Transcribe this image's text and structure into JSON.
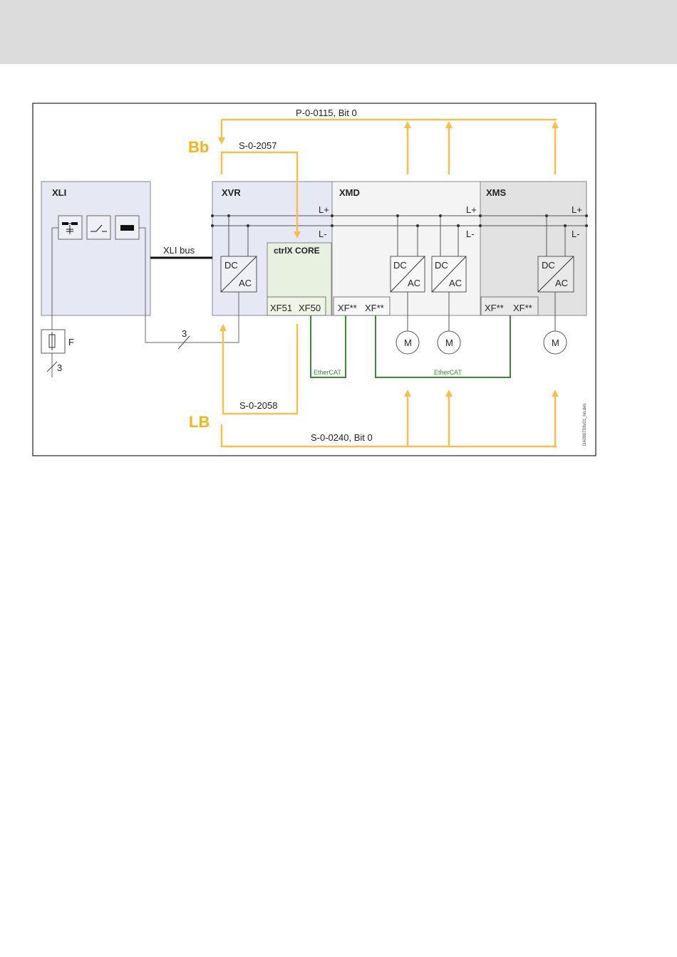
{
  "page": {
    "header_color": "#dcdcdc"
  },
  "colors": {
    "signal_arrow": "#f8c04a",
    "ethercat_line": "#3a8a3a",
    "xli_fill": "#e6e9f3",
    "xvr_fill": "#e6e9f3",
    "ctrlx_fill": "#e8f1df",
    "xmd_fill": "#f4f4f4",
    "xms_fill": "#e2e2e2",
    "bus_line": "#555555",
    "label_accent": "#f5b51a"
  },
  "signals": {
    "bb_label": "Bb",
    "lb_label": "LB",
    "top_bus": "P-0-0115, Bit 0",
    "bb_param": "S-0-2057",
    "lb_param": "S-0-2058",
    "bottom_bus": "S-0-0240, Bit 0"
  },
  "modules": {
    "xli": {
      "title": "XLI",
      "bus_label": "XLI bus"
    },
    "xvr": {
      "title": "XVR",
      "dc": "DC",
      "ac": "AC"
    },
    "ctrlx": {
      "title": "ctrlX CORE",
      "port1": "XF51",
      "port2": "XF50"
    },
    "xmd": {
      "title": "XMD",
      "dc1": "DC",
      "ac1": "AC",
      "dc2": "DC",
      "ac2": "AC",
      "port1": "XF**",
      "port2": "XF**",
      "motor1": "M",
      "motor2": "M"
    },
    "xms": {
      "title": "XMS",
      "dc": "DC",
      "ac": "AC",
      "port1": "XF**",
      "port2": "XF**",
      "motor": "M"
    }
  },
  "bus": {
    "lplus_xvr": "L+",
    "lminus_xvr": "L-",
    "lplus_xmd": "L+",
    "lminus_xmd": "L-",
    "lplus_xms": "L+",
    "lminus_xms": "L-"
  },
  "wiring": {
    "fuse_label": "F",
    "phase_count_mid": "3",
    "phase_count_left": "3",
    "ethercat_left": "EtherCAT",
    "ethercat_right": "EtherCAT"
  },
  "figure_id": "DA000703v01_nn.des"
}
